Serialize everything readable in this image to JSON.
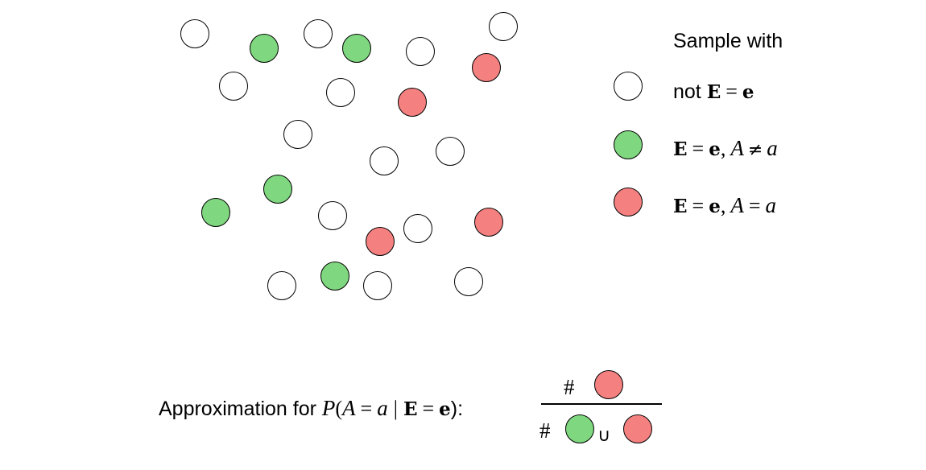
{
  "colors": {
    "empty": "#ffffff",
    "green": "#7fd77f",
    "red": "#f58080",
    "stroke": "#000000"
  },
  "samples": [
    {
      "kind": "empty"
    },
    {
      "kind": "empty"
    },
    {
      "kind": "empty"
    },
    {
      "kind": "empty"
    },
    {
      "kind": "green"
    },
    {
      "kind": "green"
    },
    {
      "kind": "empty"
    },
    {
      "kind": "red"
    },
    {
      "kind": "empty"
    },
    {
      "kind": "empty"
    },
    {
      "kind": "red"
    },
    {
      "kind": "empty"
    },
    {
      "kind": "empty"
    },
    {
      "kind": "empty"
    },
    {
      "kind": "green"
    },
    {
      "kind": "green"
    },
    {
      "kind": "empty"
    },
    {
      "kind": "red"
    },
    {
      "kind": "empty"
    },
    {
      "kind": "red"
    },
    {
      "kind": "empty"
    },
    {
      "kind": "green"
    },
    {
      "kind": "empty"
    },
    {
      "kind": "empty"
    }
  ],
  "legend": {
    "title": "Sample with",
    "entries": [
      {
        "kind": "empty",
        "prefix": "not ",
        "E": "E",
        "eq": "=",
        "e": "e",
        "comma": "",
        "A": "",
        "rel": "",
        "a": ""
      },
      {
        "kind": "green",
        "prefix": "",
        "E": "E",
        "eq": "=",
        "e": "e",
        "comma": ",",
        "A": "A",
        "rel": "≠",
        "a": "a"
      },
      {
        "kind": "red",
        "prefix": "",
        "E": "E",
        "eq": "=",
        "e": "e",
        "comma": ",",
        "A": "A",
        "rel": "=",
        "a": "a"
      }
    ]
  },
  "formula": {
    "label": "Approximation for ",
    "P": "P",
    "open": "(",
    "A": "A",
    "eq1": "=",
    "a": "a",
    "bar": "|",
    "E": "E",
    "eq2": "=",
    "e": "e",
    "close": "):",
    "num_hash": "#",
    "num_kind": "red",
    "den_hash": "#",
    "den_kinds": [
      "green",
      "red"
    ],
    "union": "∪"
  }
}
